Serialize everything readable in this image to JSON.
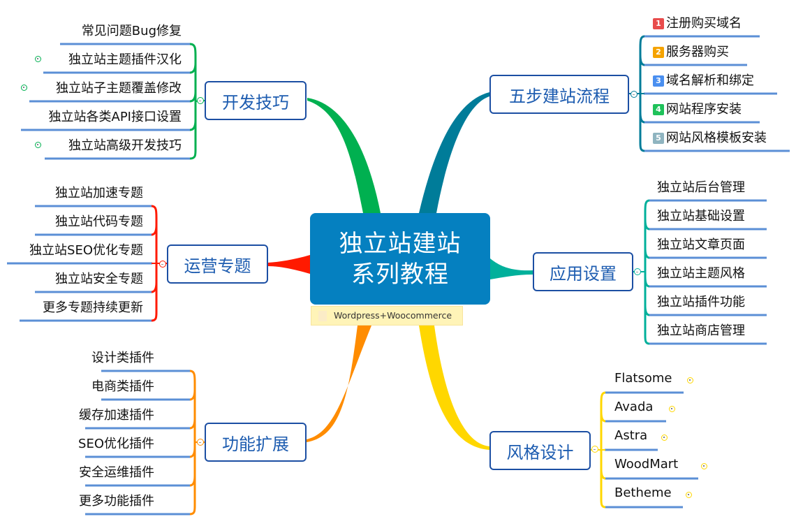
{
  "central": {
    "line1": "独立站建站",
    "line2": "系列教程",
    "note": "Wordpress+Woocommerce"
  },
  "branches": {
    "dev": {
      "label": "开发技巧",
      "color": "#00b050",
      "items": [
        "常见问题Bug修复",
        "独立站主题插件汉化",
        "独立站子主题覆盖修改",
        "独立站各类API接口设置",
        "独立站高级开发技巧"
      ],
      "markers": [
        false,
        true,
        true,
        false,
        true
      ]
    },
    "ops": {
      "label": "运营专题",
      "color": "#ff1a00",
      "items": [
        "独立站加速专题",
        "独立站代码专题",
        "独立站SEO优化专题",
        "独立站安全专题",
        "更多专题持续更新"
      ]
    },
    "ext": {
      "label": "功能扩展",
      "color": "#ff8c00",
      "items": [
        "设计类插件",
        "电商类插件",
        "缓存加速插件",
        "SEO优化插件",
        "安全运维插件",
        "更多功能插件"
      ]
    },
    "steps": {
      "label": "五步建站流程",
      "color": "#007c99",
      "items": [
        {
          "num": "1",
          "text": "注册购买域名",
          "badge_color": "#e84c4c"
        },
        {
          "num": "2",
          "text": "服务器购买",
          "badge_color": "#f5a300"
        },
        {
          "num": "3",
          "text": "域名解析和绑定",
          "badge_color": "#4a8ff0"
        },
        {
          "num": "4",
          "text": "网站程序安装",
          "badge_color": "#1fc25a"
        },
        {
          "num": "5",
          "text": "网站风格模板安装",
          "badge_color": "#8fb4c0"
        }
      ]
    },
    "app": {
      "label": "应用设置",
      "color": "#00b09b",
      "items": [
        "独立站后台管理",
        "独立站基础设置",
        "独立站文章页面",
        "独立站主题风格",
        "独立站插件功能",
        "独立站商店管理"
      ]
    },
    "style": {
      "label": "风格设计",
      "color": "#ffd700",
      "items": [
        "Flatsome",
        "Avada",
        "Astra",
        "WoodMart",
        "Betheme"
      ]
    }
  },
  "colors": {
    "underline": "#5b8fd6",
    "central_bg": "#0580c0",
    "topic_border": "#1c4fa3"
  }
}
